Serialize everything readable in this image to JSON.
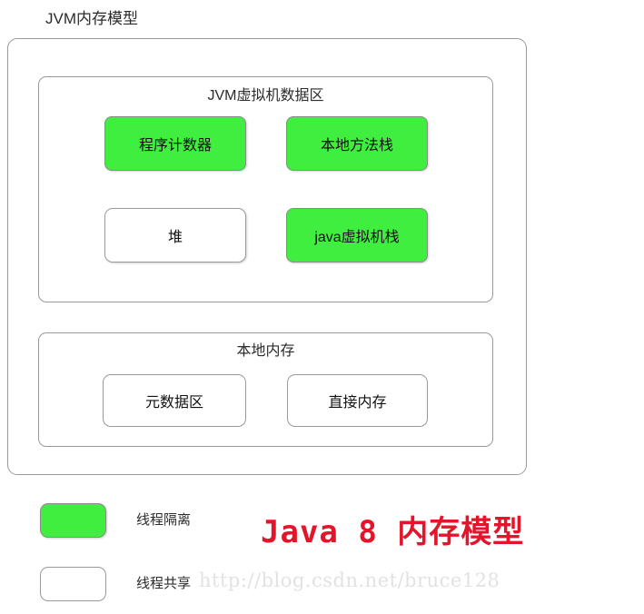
{
  "diagram": {
    "title": "JVM内存模型",
    "sections": [
      {
        "name": "runtime-data-area",
        "heading": "JVM虚拟机数据区",
        "regions": [
          {
            "label": "程序计数器",
            "fill": "green"
          },
          {
            "label": "本地方法栈",
            "fill": "green"
          },
          {
            "label": "堆",
            "fill": "white"
          },
          {
            "label": "java虚拟机栈",
            "fill": "green"
          }
        ]
      },
      {
        "name": "native-memory-area",
        "heading": "本地内存",
        "regions": [
          {
            "label": "元数据区",
            "fill": "white"
          },
          {
            "label": "直接内存",
            "fill": "white"
          }
        ]
      }
    ]
  },
  "legend": {
    "items": [
      {
        "label": "线程隔离",
        "fill": "green"
      },
      {
        "label": "线程共享",
        "fill": "white"
      }
    ]
  },
  "caption": "Java 8 内存模型",
  "watermark": "http://blog.csdn.net/bruce128",
  "colors": {
    "thread_isolated_fill": "#40ee40",
    "thread_shared_fill": "#ffffff",
    "box_border": "#9a9a9a",
    "caption_red": "#e4142a",
    "watermark_gray": "#e2e2e2"
  }
}
